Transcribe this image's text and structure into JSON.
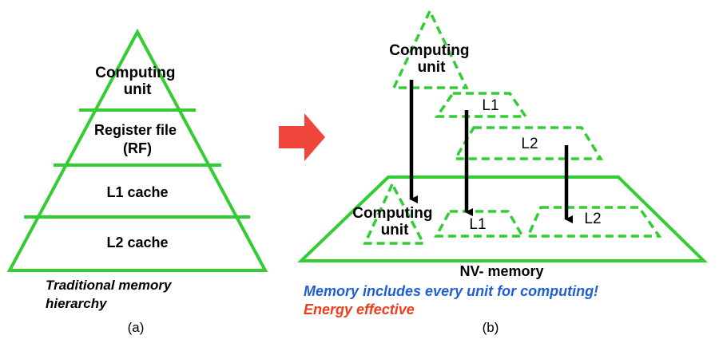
{
  "left": {
    "levels": [
      {
        "line1": "Computing",
        "line2": "unit"
      },
      {
        "line1": "Register file",
        "line2": "(RF)"
      },
      {
        "line1": "L1 cache"
      },
      {
        "line1": "L2 cache"
      }
    ],
    "caption_line1": "Traditional memory",
    "caption_line2": "hierarchy",
    "sub_label": "(a)"
  },
  "right": {
    "top_unit": {
      "line1": "Computing",
      "line2": "unit"
    },
    "l1": "L1",
    "l2": "L2",
    "nv_memory": "NV- memory",
    "inner_unit": {
      "line1": "Computing",
      "line2": "unit"
    },
    "inner_l1": "L1",
    "inner_l2": "L2",
    "caption_blue": "Memory includes every unit for computing!",
    "caption_red": "Energy effective",
    "sub_label": "(b)"
  },
  "colors": {
    "green": "#33cc33",
    "arrow_red": "#f0453a",
    "caption_blue": "#1f5fd6",
    "caption_red": "#ee3d1e",
    "arrow_black": "#000000"
  }
}
